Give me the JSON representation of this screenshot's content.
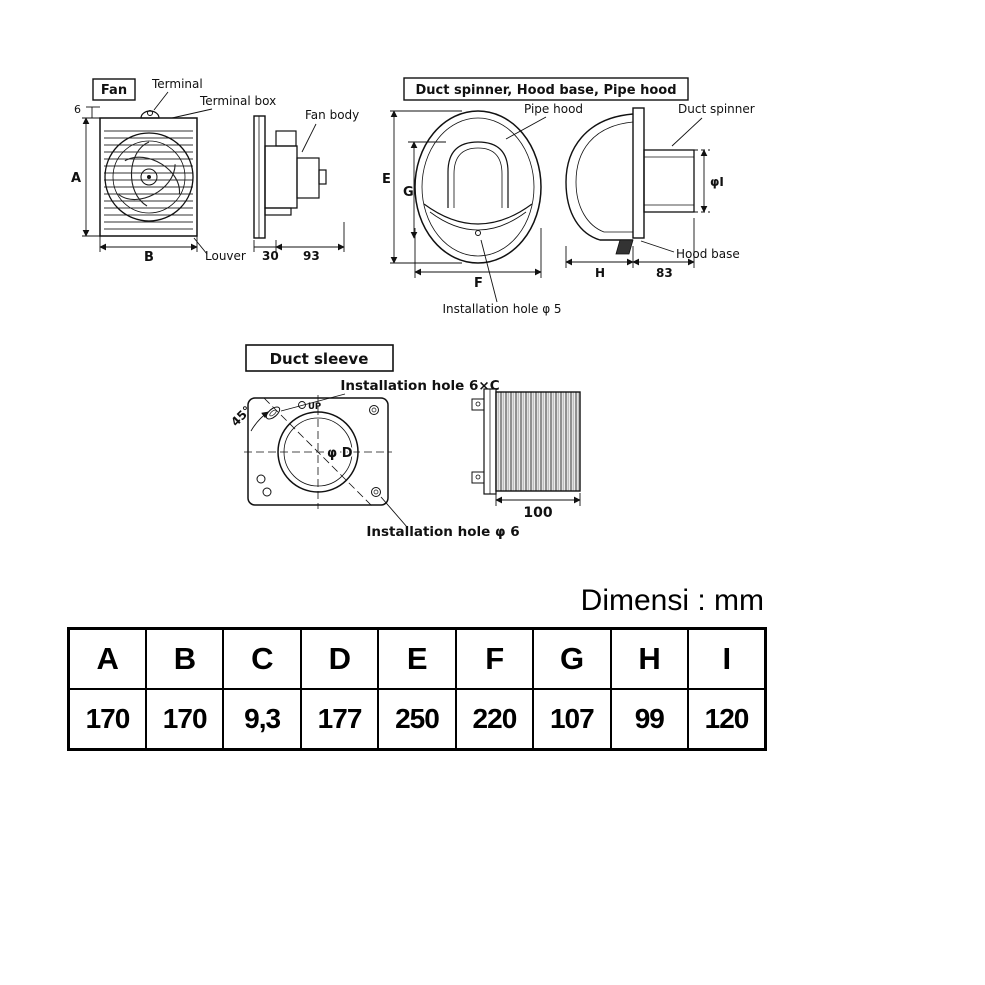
{
  "fan": {
    "title": "Fan",
    "terminal": "Terminal",
    "terminal_box": "Terminal box",
    "fan_body": "Fan body",
    "louver": "Louver",
    "dim_6": "6",
    "dim_a": "A",
    "dim_b": "B",
    "dim_30": "30",
    "dim_93": "93"
  },
  "hood": {
    "title": "Duct spinner, Hood base, Pipe hood",
    "pipe_hood": "Pipe hood",
    "duct_spinner": "Duct spinner",
    "hood_base": "Hood base",
    "installation_hole": "Installation hole φ 5",
    "dim_e": "E",
    "dim_g": "G",
    "dim_f": "F",
    "dim_h": "H",
    "dim_83": "83",
    "dim_phi_i": "φI"
  },
  "sleeve": {
    "title": "Duct sleeve",
    "hole_6xc": "Installation hole 6×C",
    "angle": "45°",
    "phi_d": "φ D",
    "up": "UP",
    "hole_6": "Installation hole φ 6",
    "dim_100": "100"
  },
  "table": {
    "caption": "Dimensi : mm",
    "headers": [
      "A",
      "B",
      "C",
      "D",
      "E",
      "F",
      "G",
      "H",
      "I"
    ],
    "values": [
      "170",
      "170",
      "9,3",
      "177",
      "250",
      "220",
      "107",
      "99",
      "120"
    ]
  }
}
